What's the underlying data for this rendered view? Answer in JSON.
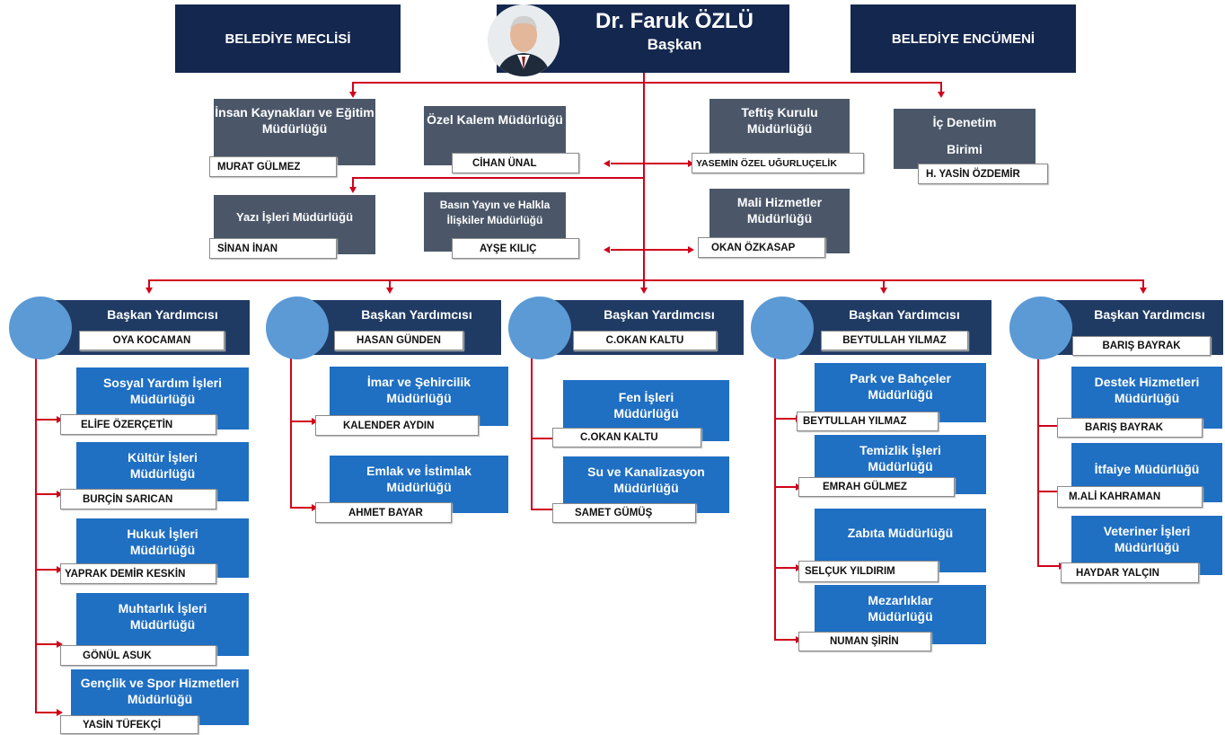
{
  "header": {
    "council": "BELEDİYE MECLİSİ",
    "committee": "BELEDİYE ENCÜMENİ",
    "mayor_name": "Dr. Faruk ÖZLÜ",
    "mayor_title": "Başkan"
  },
  "staff": [
    {
      "dept": "İnsan Kaynakları ve Eğitim Müdürlüğü",
      "person": "MURAT GÜLMEZ"
    },
    {
      "dept": "Özel Kalem Müdürlüğü",
      "person": "CİHAN ÜNAL"
    },
    {
      "dept": "Teftiş Kurulu Müdürlüğü",
      "person": "YASEMİN ÖZEL UĞURLUÇELİK"
    },
    {
      "dept": "İç Denetim Birimi",
      "person": "H. YASİN ÖZDEMİR"
    },
    {
      "dept": "Yazı İşleri Müdürlüğü",
      "person": "SİNAN İNAN"
    },
    {
      "dept": "Basın Yayın ve Halkla İlişkiler Müdürlüğü",
      "person": "AYŞE KILIÇ"
    },
    {
      "dept": "Mali Hizmetler Müdürlüğü",
      "person": "OKAN ÖZKASAP"
    }
  ],
  "vice_mayors": [
    {
      "title": "Başkan Yardımcısı",
      "name": "OYA KOCAMAN",
      "units": [
        {
          "dept": "Sosyal Yardım İşleri Müdürlüğü",
          "person": "ELİFE ÖZERÇETİN"
        },
        {
          "dept": "Kültür İşleri Müdürlüğü",
          "person": "BURÇİN SARICAN"
        },
        {
          "dept": "Hukuk İşleri Müdürlüğü",
          "person": "YAPRAK DEMİR KESKİN"
        },
        {
          "dept": "Muhtarlık İşleri Müdürlüğü",
          "person": "GÖNÜL ASUK"
        },
        {
          "dept": "Gençlik ve Spor Hizmetleri Müdürlüğü",
          "person": "YASİN TÜFEKÇİ"
        }
      ]
    },
    {
      "title": "Başkan Yardımcısı",
      "name": "HASAN GÜNDEN",
      "units": [
        {
          "dept": "İmar ve Şehircilik Müdürlüğü",
          "person": "KALENDER AYDIN"
        },
        {
          "dept": "Emlak ve İstimlak Müdürlüğü",
          "person": "AHMET BAYAR"
        }
      ]
    },
    {
      "title": "Başkan Yardımcısı",
      "name": "C.OKAN KALTU",
      "units": [
        {
          "dept": "Fen İşleri Müdürlüğü",
          "person": "C.OKAN KALTU"
        },
        {
          "dept": "Su ve Kanalizasyon Müdürlüğü",
          "person": "SAMET GÜMÜŞ"
        }
      ]
    },
    {
      "title": "Başkan Yardımcısı",
      "name": "BEYTULLAH YILMAZ",
      "units": [
        {
          "dept": "Park ve Bahçeler Müdürlüğü",
          "person": "BEYTULLAH YILMAZ"
        },
        {
          "dept": "Temizlik İşleri Müdürlüğü",
          "person": "EMRAH GÜLMEZ"
        },
        {
          "dept": "Zabıta Müdürlüğü",
          "person": "SELÇUK YILDIRIM"
        },
        {
          "dept": "Mezarlıklar Müdürlüğü",
          "person": "NUMAN ŞİRİN"
        }
      ]
    },
    {
      "title": "Başkan Yardımcısı",
      "name": "BARIŞ BAYRAK",
      "units": [
        {
          "dept": "Destek Hizmetleri Müdürlüğü",
          "person": "BARIŞ BAYRAK"
        },
        {
          "dept": "İtfaiye Müdürlüğü",
          "person": "M.ALİ KAHRAMAN"
        },
        {
          "dept": "Veteriner İşleri Müdürlüğü",
          "person": "HAYDAR YALÇIN"
        }
      ]
    }
  ],
  "colors": {
    "navy": "#14274e",
    "staff_gray": "#4b5769",
    "unit_blue": "#1f6fc3",
    "vp_bar": "#1f3b64",
    "vp_circle": "#5b9ad5",
    "connector_red": "#d0021b"
  }
}
